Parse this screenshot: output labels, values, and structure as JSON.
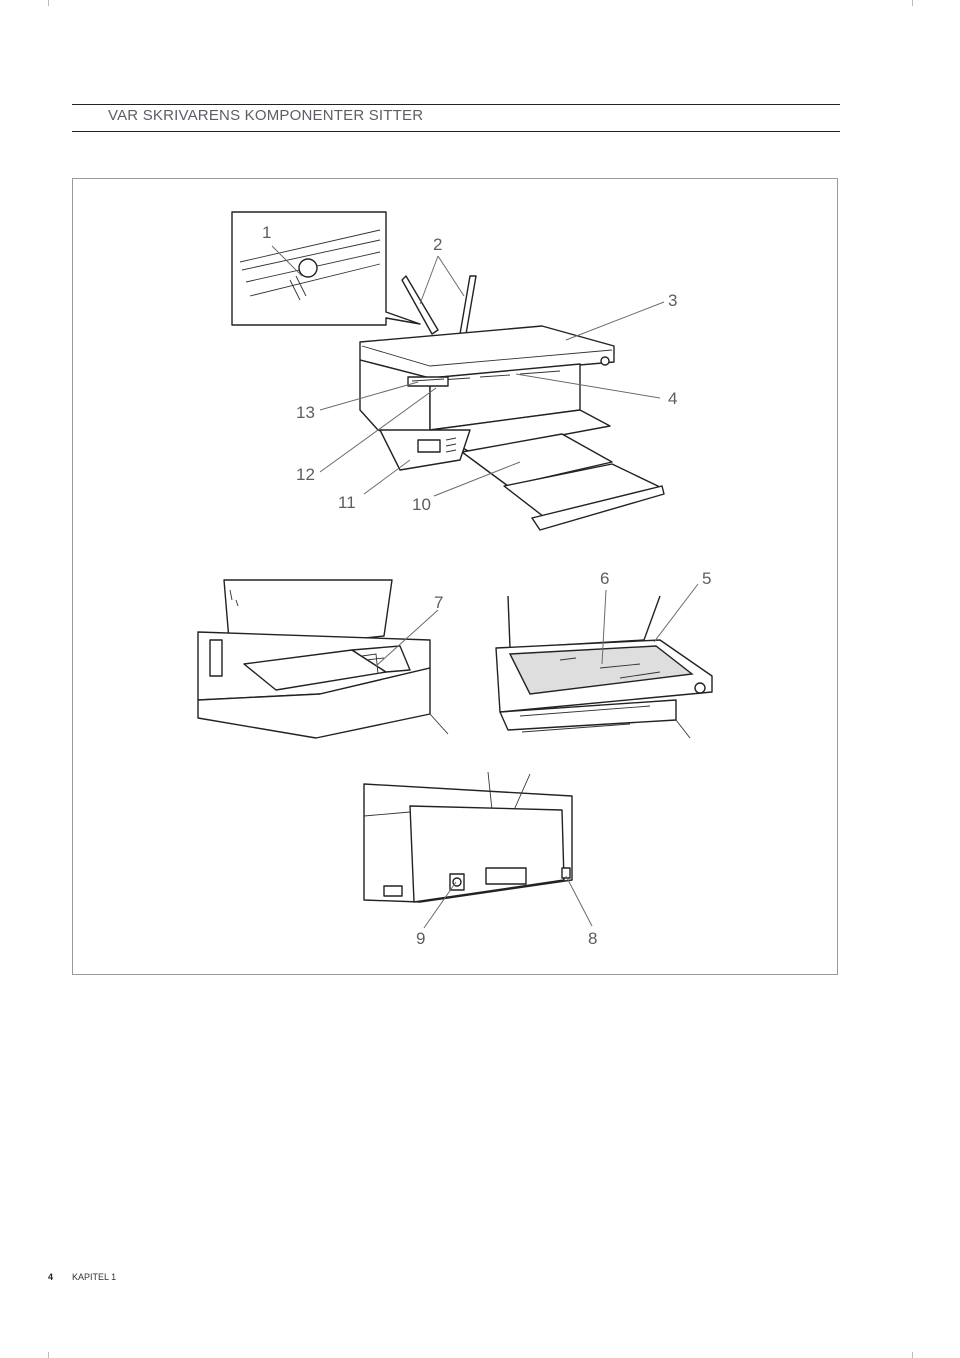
{
  "header": {
    "title": "VAR SKRIVARENS KOMPONENTER SITTER"
  },
  "figure": {
    "callouts": [
      "1",
      "2",
      "3",
      "4",
      "5",
      "6",
      "7",
      "8",
      "9",
      "10",
      "11",
      "12",
      "13"
    ]
  },
  "footer": {
    "page_number": "4",
    "chapter": "KAPITEL 1"
  }
}
